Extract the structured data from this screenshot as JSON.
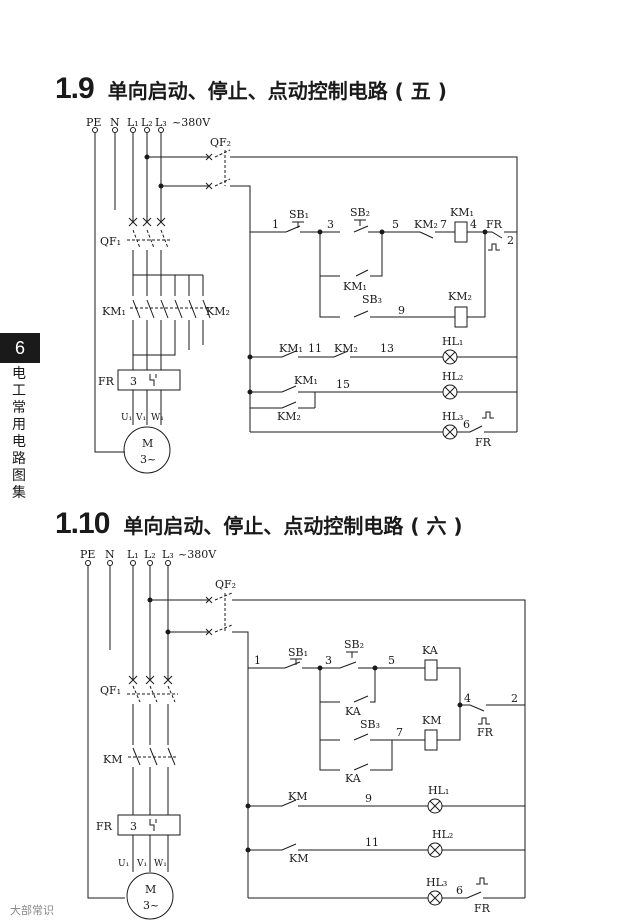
{
  "section1": {
    "number": "1.9",
    "title": "单向启动、停止、点动控制电路 ( 五 )",
    "labels": {
      "pe": "PE",
      "n": "N",
      "l1": "L₁",
      "l2": "L₂",
      "l3": "L₃",
      "voltage": "~380V",
      "qf1": "QF₁",
      "qf2": "QF₂",
      "km1_main": "KM₁",
      "km2_main": "KM₂",
      "fr": "FR",
      "fr_val": "3",
      "u": "U₁",
      "v": "V₁",
      "w": "W₁",
      "motor": "M",
      "motor_phase": "3~",
      "sb1": "SB₁",
      "sb2": "SB₂",
      "sb3": "SB₃",
      "km2_ctrl": "KM₂",
      "km1_coil": "KM₁",
      "km1_aux": "KM₁",
      "km2_coil": "KM₂",
      "fr_ctrl": "FR",
      "n1": "1",
      "n3": "3",
      "n5": "5",
      "n7": "7",
      "n4": "4",
      "n2": "2",
      "n9": "9",
      "km1_hl": "KM₁",
      "n11": "11",
      "km2_hl": "KM₂",
      "n13": "13",
      "hl1": "HL₁",
      "km1_b": "KM₁",
      "n15": "15",
      "hl2": "HL₂",
      "km2_b": "KM₂",
      "hl3": "HL₃",
      "n6": "6",
      "fr_b": "FR"
    }
  },
  "section2": {
    "number": "1.10",
    "title": "单向启动、停止、点动控制电路 ( 六 )",
    "labels": {
      "pe": "PE",
      "n": "N",
      "l1": "L₁",
      "l2": "L₂",
      "l3": "L₃",
      "voltage": "~380V",
      "qf1": "QF₁",
      "qf2": "QF₂",
      "km_main": "KM",
      "fr": "FR",
      "fr_val": "3",
      "u": "U₁",
      "v": "V₁",
      "w": "W₁",
      "motor": "M",
      "motor_phase": "3~",
      "sb1": "SB₁",
      "sb2": "SB₂",
      "sb3": "SB₃",
      "ka_coil": "KA",
      "ka_aux1": "KA",
      "km_coil": "KM",
      "ka_aux2": "KA",
      "fr_ctrl": "FR",
      "n1": "1",
      "n3": "3",
      "n5": "5",
      "n4": "4",
      "n2": "2",
      "n7": "7",
      "km_hl1": "KM",
      "n9": "9",
      "hl1": "HL₁",
      "km_hl2": "KM",
      "n11": "11",
      "hl2": "HL₂",
      "hl3": "HL₃",
      "n6": "6",
      "fr_b": "FR"
    }
  },
  "sidebar": {
    "page": "6",
    "text": "电工常用电路图集"
  },
  "watermark": "大部常识"
}
